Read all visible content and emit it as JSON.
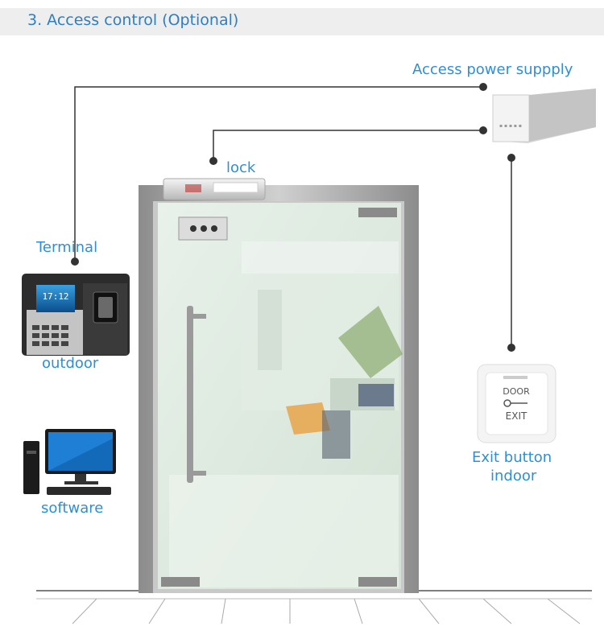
{
  "header": {
    "title": "3. Access control (Optional)"
  },
  "labels": {
    "access_power_supply": "Access power suppply",
    "lock": "lock",
    "terminal": "Terminal",
    "outdoor": "outdoor",
    "software": "software",
    "exit_button_line1": "Exit button",
    "exit_button_line2": "indoor"
  },
  "devices": {
    "terminal_time_left": "17",
    "terminal_time_right": "12",
    "exit_button_door": "DOOR",
    "exit_button_exit": "EXIT"
  },
  "colors": {
    "accent": "#2f8fd6",
    "header_bg": "#eeeeee",
    "wire": "#333333"
  }
}
